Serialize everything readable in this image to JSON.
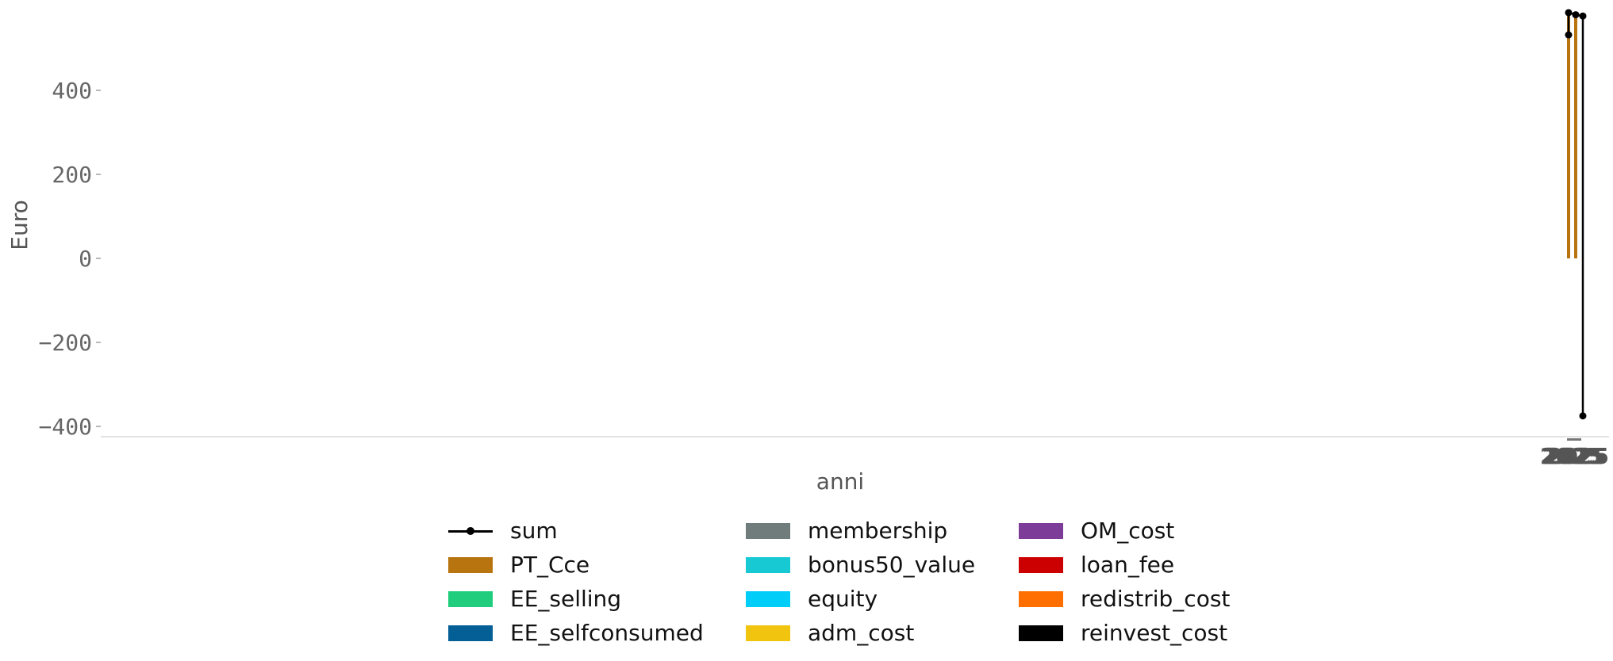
{
  "chart_data": {
    "type": "bar",
    "xlabel": "anni",
    "ylabel": "Euro",
    "ylim": [
      -420,
      600
    ],
    "yticks": [
      400,
      200,
      0,
      -200,
      -400
    ],
    "ytick_labels": [
      "400",
      "200",
      "0",
      "−200",
      "−400"
    ],
    "x_tick_labels_overlapping": "2025",
    "grid": false,
    "legend_placement": "bottom-center",
    "bars": [
      {
        "name": "PT_Cce",
        "color": "#b8740f",
        "x": 0,
        "value": 580
      },
      {
        "name": "PT_Cce",
        "color": "#b8740f",
        "x": 1,
        "value": 575
      }
    ],
    "sum_line": {
      "name": "sum",
      "color": "#000000",
      "points": [
        {
          "x": 0,
          "y": 532
        },
        {
          "x": 0,
          "y": 585
        },
        {
          "x": 1,
          "y": 580
        },
        {
          "x": 2,
          "y": 577
        },
        {
          "x": 2,
          "y": -375
        }
      ]
    },
    "legend": [
      {
        "label": "sum",
        "kind": "line",
        "color": "#000000"
      },
      {
        "label": "PT_Cce",
        "kind": "patch",
        "color": "#b8740f"
      },
      {
        "label": "EE_selling",
        "kind": "patch",
        "color": "#1fcd7c"
      },
      {
        "label": "EE_selfconsumed",
        "kind": "patch",
        "color": "#035f96"
      },
      {
        "label": "membership",
        "kind": "patch",
        "color": "#707b7c"
      },
      {
        "label": "bonus50_value",
        "kind": "patch",
        "color": "#17c9d3"
      },
      {
        "label": "equity",
        "kind": "patch",
        "color": "#00cdf8"
      },
      {
        "label": "adm_cost",
        "kind": "patch",
        "color": "#f1c40f"
      },
      {
        "label": "OM_cost",
        "kind": "patch",
        "color": "#7d3c98"
      },
      {
        "label": "loan_fee",
        "kind": "patch",
        "color": "#cc0000"
      },
      {
        "label": "redistrib_cost",
        "kind": "patch",
        "color": "#ff6f00"
      },
      {
        "label": "reinvest_cost",
        "kind": "patch",
        "color": "#000000"
      }
    ]
  }
}
